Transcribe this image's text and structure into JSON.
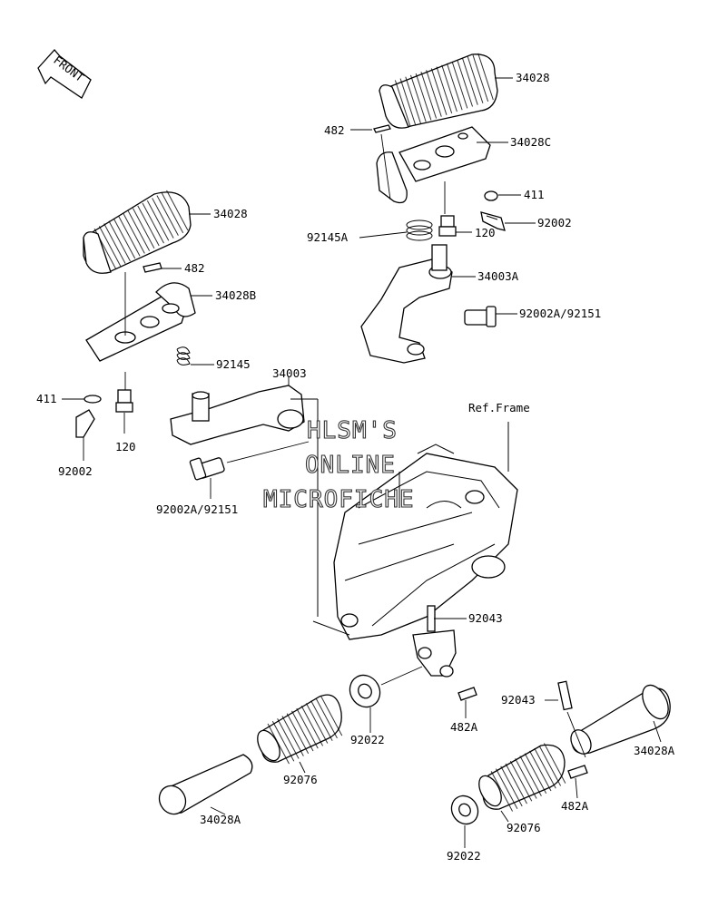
{
  "diagram": {
    "front_arrow": "FRONT",
    "ref_frame": "Ref.Frame",
    "watermark": [
      "HLSM'S",
      "ONLINE",
      "MICROFICHE"
    ],
    "labels": {
      "rr_grip": "34028",
      "rr_washer482": "482",
      "rr_holder": "34028C",
      "rr_washer411": "411",
      "rr_bolt92002": "92002",
      "rr_spring": "92145A",
      "rr_bolt120": "120",
      "rr_bracket": "34003A",
      "rr_bolt92002a": "92002A/92151",
      "lr_grip": "34028",
      "lr_washer482": "482",
      "lr_holder": "34028B",
      "lr_spring": "92145",
      "lr_bracket": "34003",
      "lr_washer411": "411",
      "lr_bolt120": "120",
      "lr_bolt92002": "92002",
      "lr_bolt92002a": "92002A/92151",
      "pin_upper": "92043",
      "washer_center": "92022",
      "clip_center": "482A",
      "pin_right": "92043",
      "rf_peg": "34028A",
      "clip_right": "482A",
      "lf_rubber": "92076",
      "lf_peg": "34028A",
      "rf_rubber": "92076",
      "washer_bottom": "92022"
    }
  }
}
